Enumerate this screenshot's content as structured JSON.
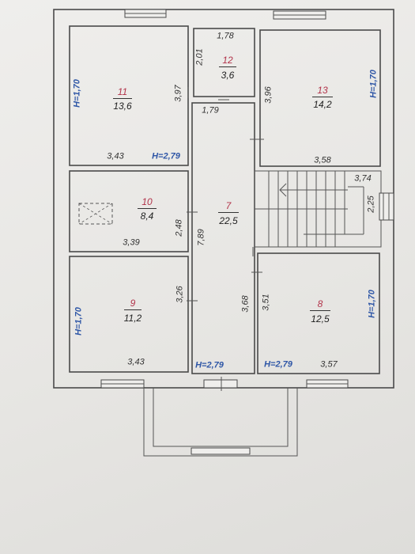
{
  "rooms": [
    {
      "id": "r11",
      "number": "11",
      "area": "13,6",
      "dims": [
        "3,43",
        "3,97"
      ],
      "height": "H=1,70"
    },
    {
      "id": "r12",
      "number": "12",
      "area": "3,6",
      "dims": [
        "1,78",
        "2,01"
      ]
    },
    {
      "id": "r13",
      "number": "13",
      "area": "14,2",
      "dims": [
        "3,58",
        "3,96"
      ],
      "height": "H=1,70"
    },
    {
      "id": "r10",
      "number": "10",
      "area": "8,4",
      "dims": [
        "3,39",
        "2,48"
      ]
    },
    {
      "id": "r7",
      "number": "7",
      "area": "22,5",
      "dims": [
        "1,79",
        "7,89"
      ]
    },
    {
      "id": "r9",
      "number": "9",
      "area": "11,2",
      "dims": [
        "3,43",
        "3,26"
      ],
      "height": "H=1,70"
    },
    {
      "id": "r8",
      "number": "8",
      "area": "12,5",
      "dims": [
        "3,57",
        "3,51"
      ],
      "height": "H=1,70"
    }
  ],
  "extra_labels": {
    "h_279_a": "H=2,79",
    "h_279_b": "H=2,79",
    "h_279_c": "H=2,79",
    "stair_w": "3,74",
    "stair_h": "2,25",
    "corr_lower": "3,68"
  },
  "colors": {
    "room_number": "#b2334a",
    "height_mark": "#2e56a6",
    "lines": "#4a4a4a"
  }
}
